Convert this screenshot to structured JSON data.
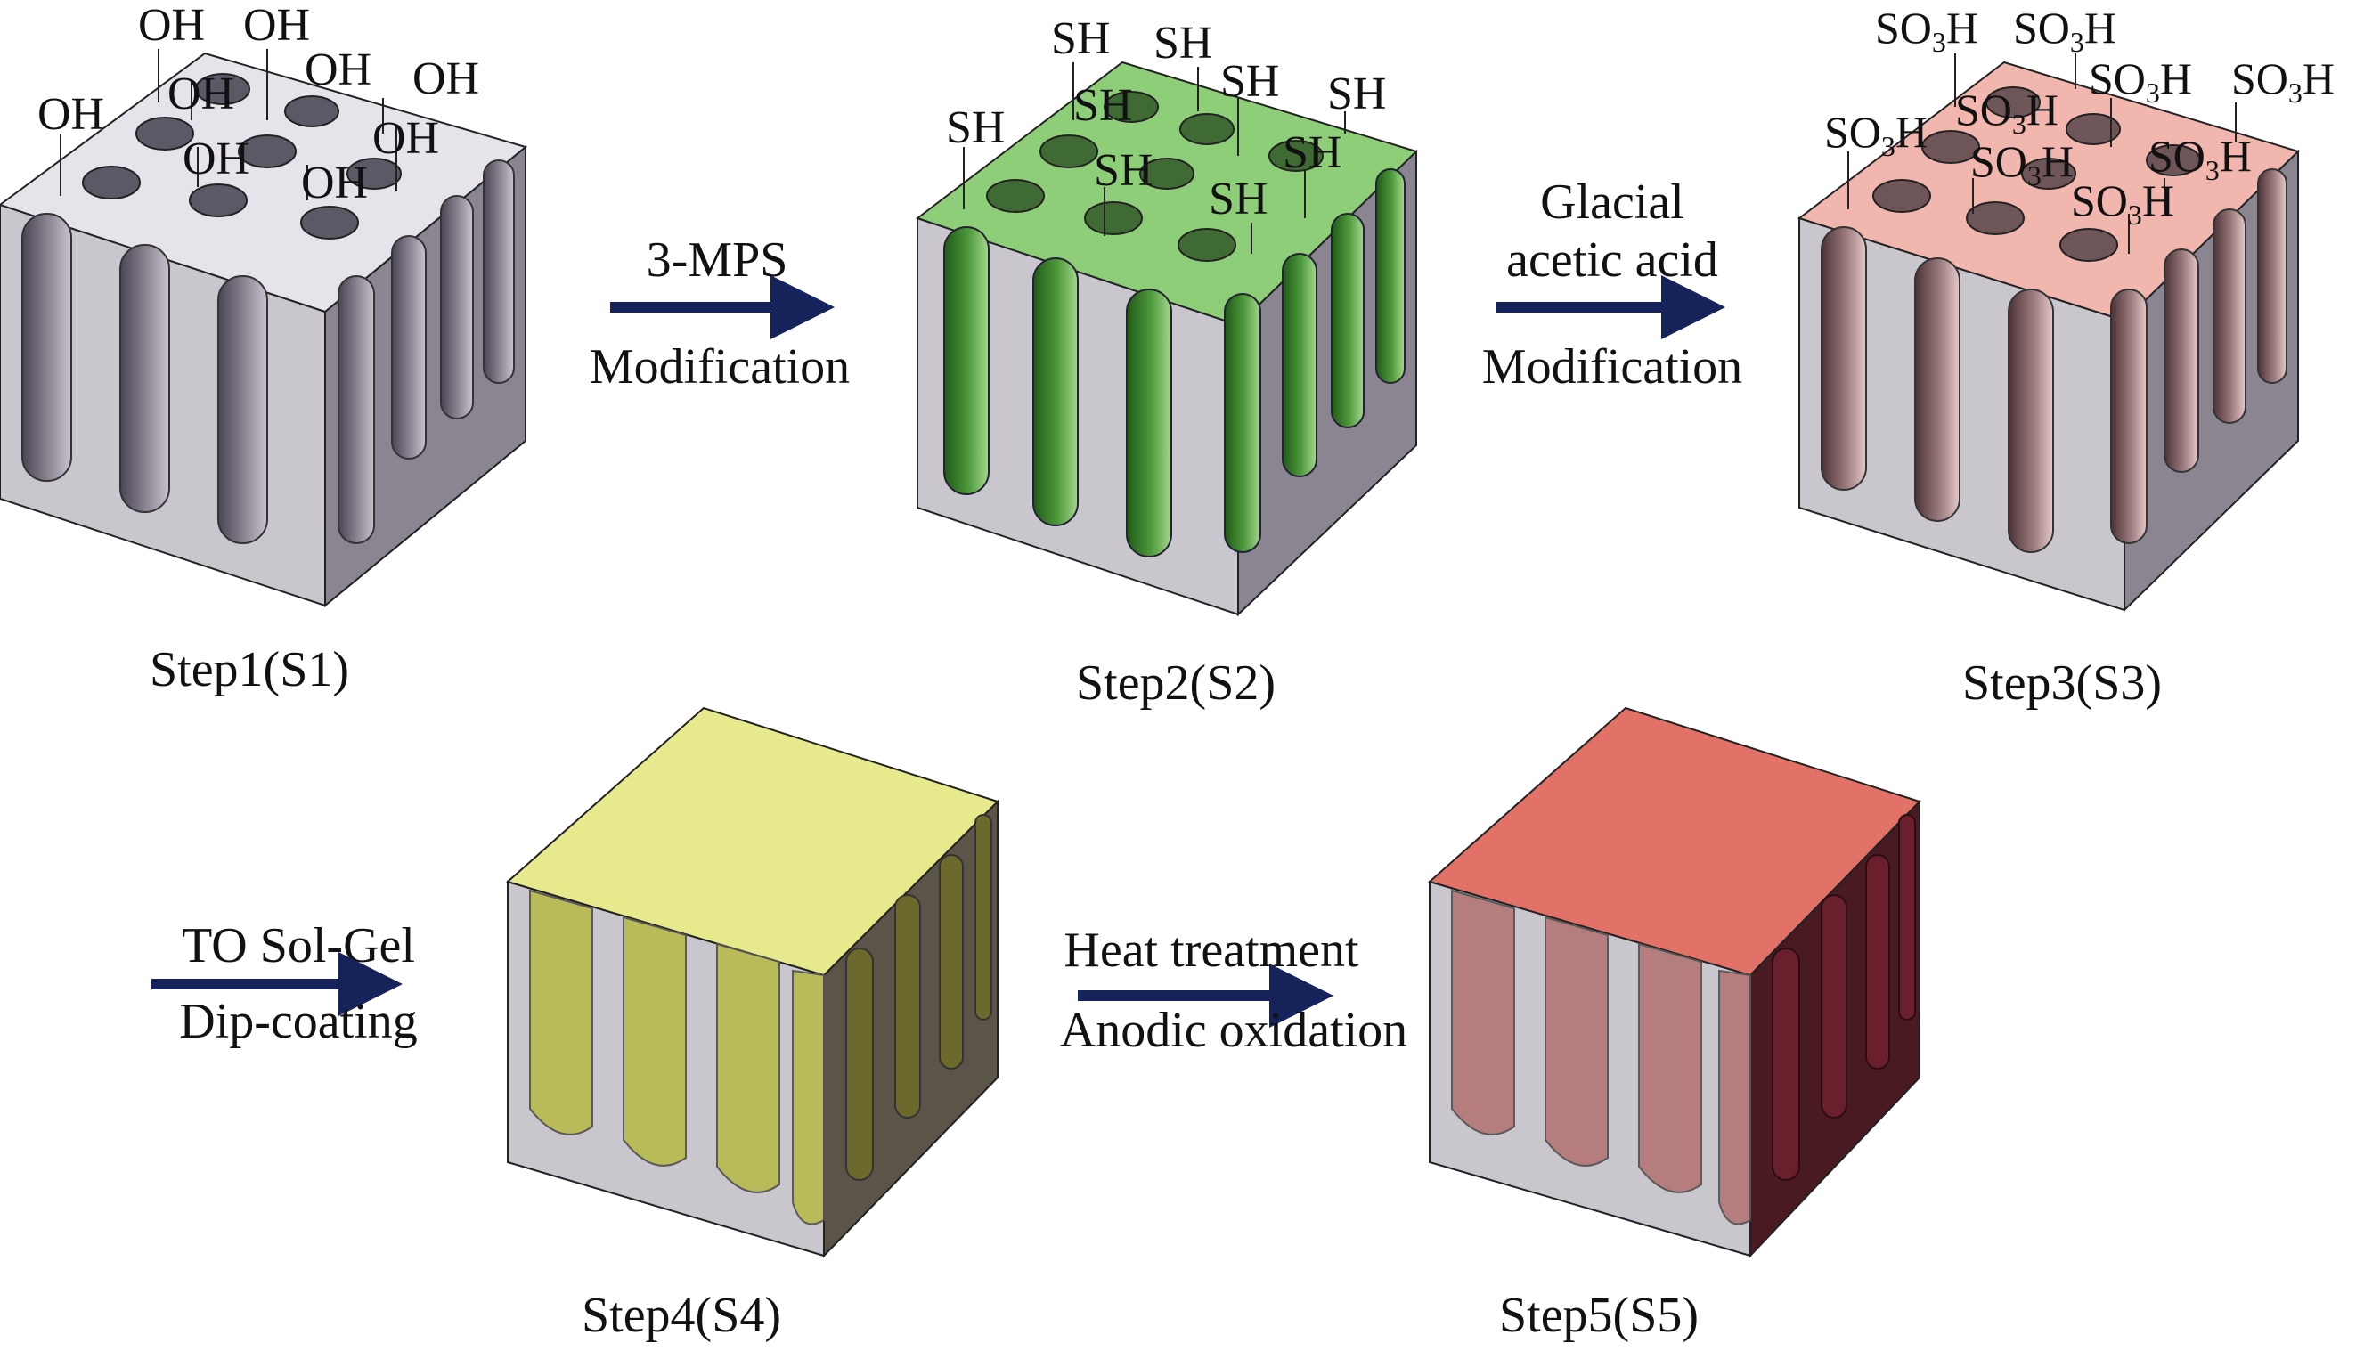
{
  "steps": {
    "s1": "Step1(S1)",
    "s2": "Step2(S2)",
    "s3": "Step3(S3)",
    "s4": "Step4(S4)",
    "s5": "Step5(S5)"
  },
  "arrows": {
    "a12": {
      "line1": "3-MPS",
      "line2": "Modification"
    },
    "a23": {
      "line1": "Glacial",
      "line2": "acetic acid",
      "line3": "Modification"
    },
    "a34": {
      "line1": "TO Sol-Gel",
      "line2": "Dip-coating"
    },
    "a45": {
      "line1": "Heat treatment",
      "line2": "Anodic oxidation"
    }
  },
  "groups": {
    "hydroxyl": "OH",
    "thiol": "SH",
    "sulfonic_main": "SO",
    "sulfonic_sub": "3",
    "sulfonic_tail": "H"
  },
  "colors": {
    "s1_top": "#e7e3ea",
    "s2_top": "#8fce79",
    "s3_top": "#f1b7ae",
    "s4_top": "#e6e98c",
    "s5_top": "#e27167",
    "arrow": "#16235a"
  }
}
